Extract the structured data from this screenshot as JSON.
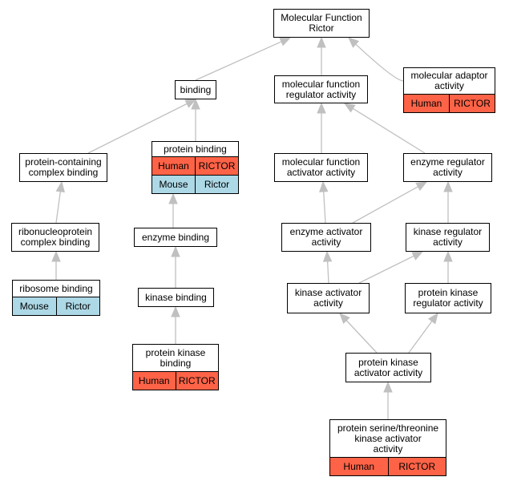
{
  "colors": {
    "human_row": "#ff6347",
    "mouse_row": "#add8e6",
    "edge": "#c0c0c0"
  },
  "nodes": {
    "root": {
      "label": "Molecular Function\nRictor"
    },
    "binding": {
      "label": "binding"
    },
    "mf_regulator": {
      "label": "molecular function\nregulator activity"
    },
    "mol_adaptor": {
      "label": "molecular adaptor\nactivity",
      "rows": [
        [
          "Human",
          "RICTOR"
        ]
      ]
    },
    "protein_containing": {
      "label": "protein-containing\ncomplex binding"
    },
    "protein_binding": {
      "label": "protein binding",
      "rows": [
        [
          "Human",
          "RICTOR"
        ],
        [
          "Mouse",
          "Rictor"
        ]
      ]
    },
    "mf_activator": {
      "label": "molecular function\nactivator activity"
    },
    "enzyme_regulator": {
      "label": "enzyme regulator\nactivity"
    },
    "ribonucleoprotein": {
      "label": "ribonucleoprotein\ncomplex binding"
    },
    "enzyme_binding": {
      "label": "enzyme binding"
    },
    "enzyme_activator": {
      "label": "enzyme activator\nactivity"
    },
    "kinase_regulator": {
      "label": "kinase regulator\nactivity"
    },
    "ribosome_binding": {
      "label": "ribosome binding",
      "rows": [
        [
          "Mouse",
          "Rictor"
        ]
      ]
    },
    "kinase_binding": {
      "label": "kinase binding"
    },
    "kinase_activator": {
      "label": "kinase activator\nactivity"
    },
    "pk_regulator": {
      "label": "protein kinase\nregulator activity"
    },
    "pk_binding": {
      "label": "protein kinase\nbinding",
      "rows": [
        [
          "Human",
          "RICTOR"
        ]
      ]
    },
    "pk_activator": {
      "label": "protein kinase\nactivator activity"
    },
    "pst_activator": {
      "label": "protein serine/threonine\nkinase activator\nactivity",
      "rows": [
        [
          "Human",
          "RICTOR"
        ]
      ]
    }
  }
}
